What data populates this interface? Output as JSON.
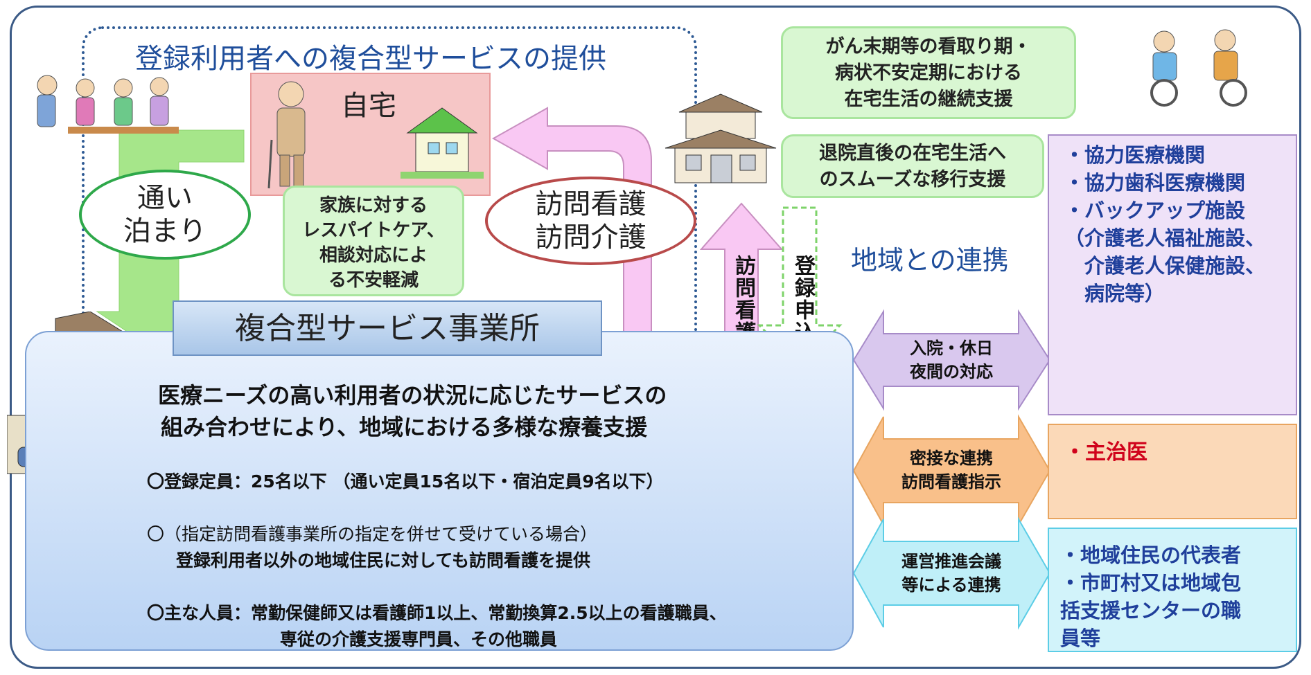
{
  "registered_area": {
    "title": "登録利用者への複合型サービスの提供"
  },
  "home": {
    "label": "自宅"
  },
  "ellipse_commute": {
    "line1": "通い",
    "line2": "泊まり"
  },
  "ellipse_visit": {
    "line1": "訪問看護",
    "line2": "訪問介護"
  },
  "respite": {
    "lines": [
      "家族に対する",
      "レスパイトケア、",
      "相談対応によ",
      "る不安軽減"
    ]
  },
  "support_terminal": {
    "lines": [
      "がん末期等の看取り期・",
      "病状不安定期における",
      "在宅生活の継続支援"
    ]
  },
  "support_discharge": {
    "lines": [
      "退院直後の在宅生活へ",
      "のスムーズな移行支援"
    ]
  },
  "vertical": {
    "visit_nursing": "訪問看護",
    "register": "登録申込"
  },
  "community_link": "地域との連携",
  "office": {
    "title": "複合型サービス事業所",
    "desc_line1": "医療ニーズの高い利用者の状況に応じたサービスの",
    "desc_line2": "組み合わせにより、地域における多様な療養支援",
    "item1": "〇登録定員：25名以下 （通い定員15名以下・宿泊定員9名以下）",
    "item2_line1": "〇（指定訪問看護事業所の指定を併せて受けている場合）",
    "item2_line2": "登録利用者以外の地域住民に対しても訪問看護を提供",
    "item3_line1": "〇主な人員：常勤保健師又は看護師1以上、常勤換算2.5以上の看護職員、",
    "item3_line2": "専従の介護支援専門員、その他職員"
  },
  "arrows": {
    "hospital": {
      "line1": "入院・休日",
      "line2": "夜間の対応"
    },
    "doctor": {
      "line1": "密接な連携",
      "line2": "訪問看護指示"
    },
    "committee": {
      "line1": "運営推進会議",
      "line2": "等による連携"
    }
  },
  "medical_list": {
    "lines": [
      "・協力医療機関",
      "・協力歯科医療機関",
      "・バックアップ施設",
      "（介護老人福祉施設、",
      "　介護老人保健施設、",
      "　病院等）"
    ]
  },
  "doctor_box": {
    "label": "・主治医"
  },
  "community_list": {
    "lines": [
      "・地域住民の代表者",
      "・市町村又は地域包",
      "括支援センターの職",
      "員等"
    ]
  },
  "colors": {
    "frame": "#3b5a86",
    "title_blue": "#1f4e9b",
    "pink": "#f9c8f3",
    "green": "#a6e68a",
    "purple": "#d9c8ee",
    "orange": "#f9c08a",
    "cyan": "#bfeff8",
    "doctor_red": "#d0021b"
  }
}
